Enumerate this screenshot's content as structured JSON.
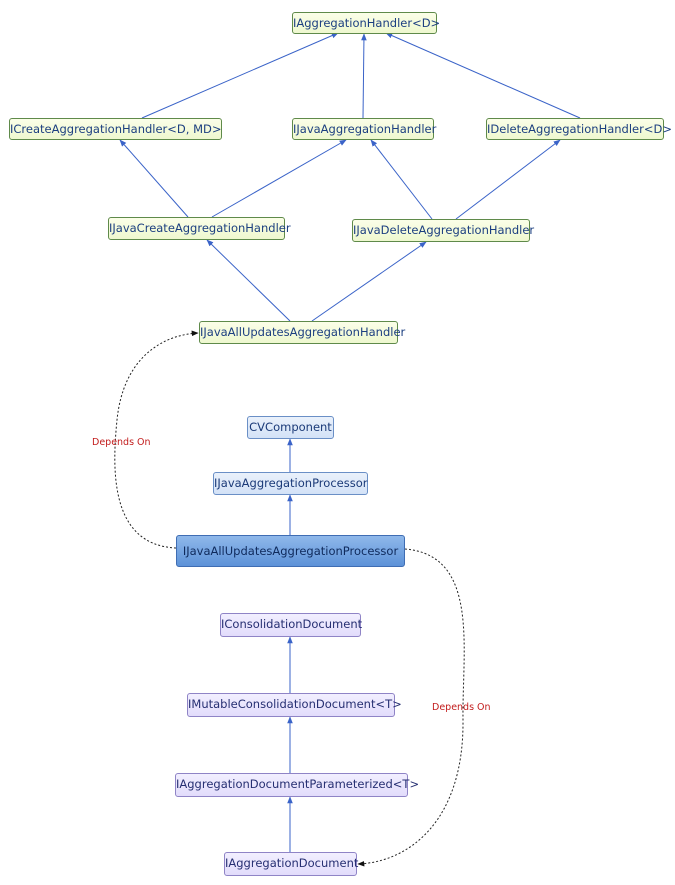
{
  "nodes": {
    "iaggregation_handler": "IAggregationHandler<D>",
    "icreate_aggregation_handler": "ICreateAggregationHandler<D, MD>",
    "ijava_aggregation_handler": "IJavaAggregationHandler",
    "idelete_aggregation_handler": "IDeleteAggregationHandler<D>",
    "ijava_create_aggregation_handler": "IJavaCreateAggregationHandler",
    "ijava_delete_aggregation_handler": "IJavaDeleteAggregationHandler",
    "ijava_all_updates_aggregation_handler": "IJavaAllUpdatesAggregationHandler",
    "cv_component": "CVComponent",
    "ijava_aggregation_processor": "IJavaAggregationProcessor",
    "ijava_all_updates_aggregation_processor": "IJavaAllUpdatesAggregationProcessor",
    "iconsolidation_document": "IConsolidationDocument",
    "imutable_consolidation_document": "IMutableConsolidationDocument<T>",
    "iaggregation_document_parameterized": "IAggregationDocumentParameterized<T>",
    "iaggregation_document": "IAggregationDocument"
  },
  "labels": {
    "depends_on_left": "Depends On",
    "depends_on_right": "Depends On"
  },
  "colors": {
    "inherit_edge": "#3a63c8",
    "dependency_edge": "#222222",
    "label_text": "#c21d1d"
  }
}
